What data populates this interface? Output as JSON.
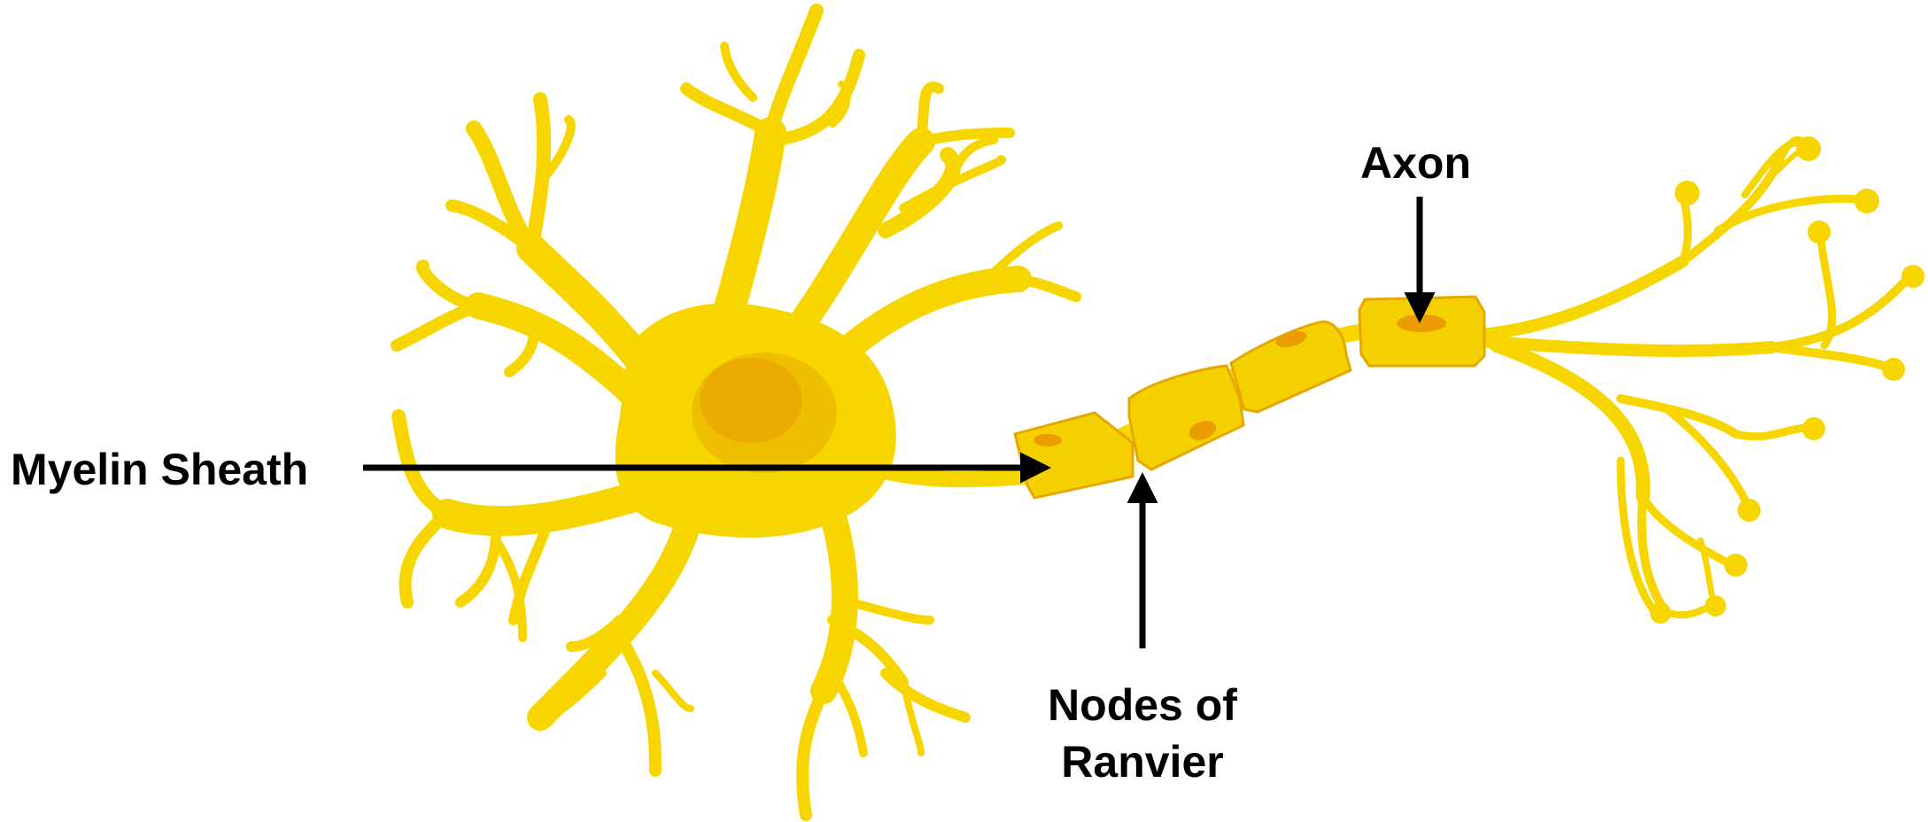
{
  "diagram": {
    "labels": {
      "myelin_sheath": "Myelin Sheath",
      "axon": "Axon",
      "nodes_line1": "Nodes of",
      "nodes_line2": "Ranvier"
    },
    "colors": {
      "neuron": "#F7D600",
      "neuron_edge": "#F0C800",
      "nucleus": "#EBAA00",
      "nucleus_halo": "#EDBF00",
      "sheath": "#F5D000",
      "sheath_edge": "#E6A800",
      "sheath_nucleus": "#EA9C00",
      "arrow": "#000000"
    }
  }
}
